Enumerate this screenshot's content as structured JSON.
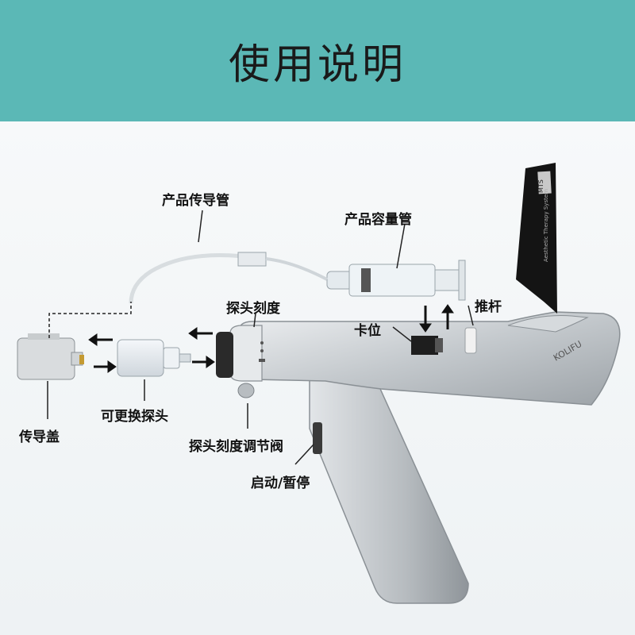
{
  "header": {
    "title": "使用说明"
  },
  "labels": {
    "transfer_tube": "产品传导管",
    "volume_tube": "产品容量管",
    "probe_scale": "探头刻度",
    "push_rod": "推杆",
    "latch": "卡位",
    "replaceable_probe": "可更换探头",
    "conduction_cap": "传导盖",
    "probe_scale_valve": "探头刻度调节阀",
    "start_pause": "启动/暂停"
  },
  "device": {
    "brand": "KOLIFU",
    "screen_text": "Aesthetic Therapy System",
    "screen_badge": "MTS"
  },
  "colors": {
    "header": "#5bb8b6",
    "body": "#c9cdd0",
    "screen": "#141414"
  }
}
